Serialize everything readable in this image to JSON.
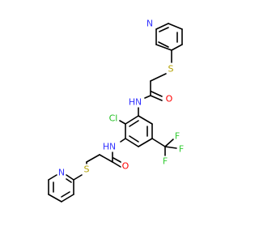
{
  "molecule": {
    "atoms": [
      {
        "id": "N_pyr1",
        "symbol": "N",
        "color": "#3333ff"
      },
      {
        "id": "S1",
        "symbol": "S",
        "color": "#b3a100"
      },
      {
        "id": "O1",
        "symbol": "O",
        "color": "#ff0000"
      },
      {
        "id": "N_amide1",
        "symbol": "N",
        "color": "#3333ff"
      },
      {
        "id": "H_amide1",
        "symbol": "H",
        "color": "#3333ff"
      },
      {
        "id": "Cl",
        "symbol": "Cl",
        "color": "#1fbf1f"
      },
      {
        "id": "N_amide2",
        "symbol": "N",
        "color": "#3333ff"
      },
      {
        "id": "H_amide2",
        "symbol": "H",
        "color": "#3333ff"
      },
      {
        "id": "F1",
        "symbol": "F",
        "color": "#33cc33"
      },
      {
        "id": "F2",
        "symbol": "F",
        "color": "#33cc33"
      },
      {
        "id": "F3",
        "symbol": "F",
        "color": "#33cc33"
      },
      {
        "id": "O2",
        "symbol": "O",
        "color": "#ff0000"
      },
      {
        "id": "S2",
        "symbol": "S",
        "color": "#b3a100"
      },
      {
        "id": "N_pyr2",
        "symbol": "N",
        "color": "#3333ff"
      }
    ]
  }
}
